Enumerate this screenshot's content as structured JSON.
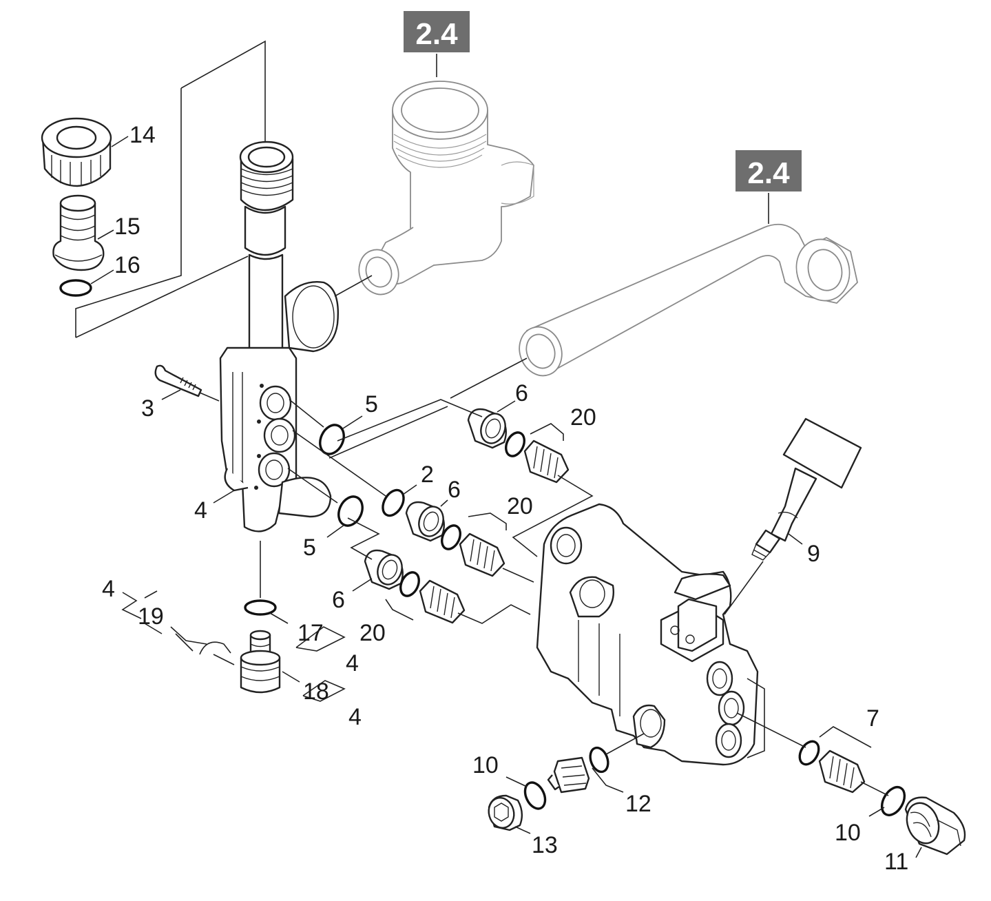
{
  "references": [
    {
      "id": "ref-top",
      "text": "2.4"
    },
    {
      "id": "ref-right",
      "text": "2.4"
    }
  ],
  "labels": {
    "l2": "2",
    "l3": "3",
    "l4a": "4",
    "l4b": "4",
    "l4c": "4",
    "l4d": "4",
    "l5a": "5",
    "l5b": "5",
    "l6a": "6",
    "l6b": "6",
    "l6c": "6",
    "l7": "7",
    "l9": "9",
    "l10a": "10",
    "l10b": "10",
    "l11": "11",
    "l12": "12",
    "l13": "13",
    "l14": "14",
    "l15": "15",
    "l16": "16",
    "l17": "17",
    "l18": "18",
    "l19": "19",
    "l20a": "20",
    "l20b": "20",
    "l20c": "20"
  },
  "colors": {
    "reference_box": "#6e6e6e",
    "line": "#222222",
    "background": "#ffffff"
  }
}
